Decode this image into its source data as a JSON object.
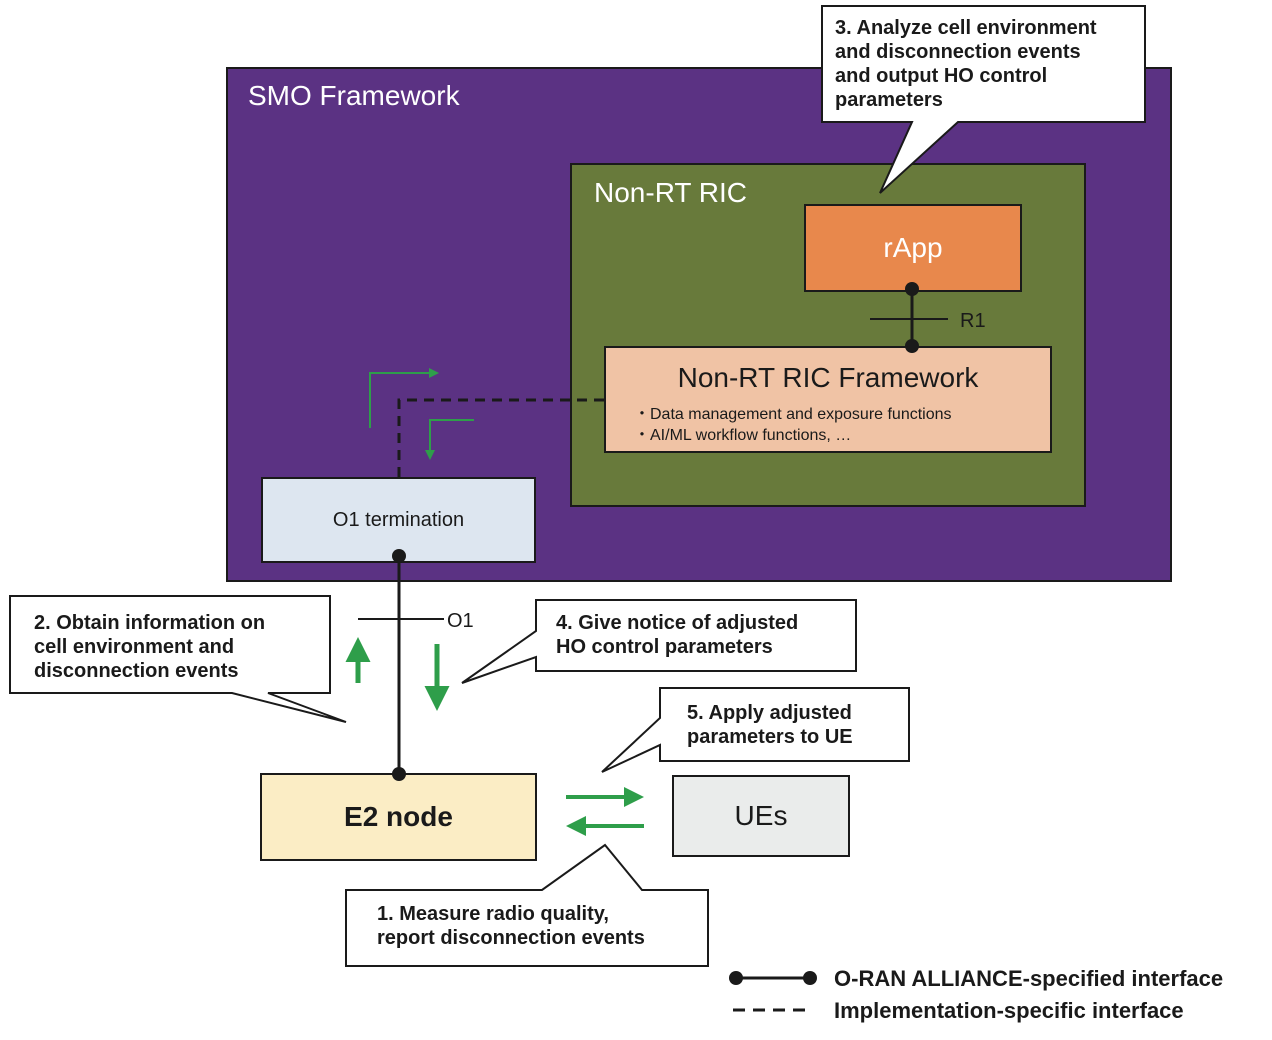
{
  "smo": {
    "title": "SMO Framework"
  },
  "non_rt_ric": {
    "title": "Non-RT RIC",
    "rapp": "rApp",
    "framework": {
      "title": "Non-RT RIC Framework",
      "items": [
        "・Data management and exposure functions",
        "・AI/ML workflow functions, …"
      ]
    }
  },
  "o1_termination": "O1 termination",
  "e2_node": "E2 node",
  "ues": "UEs",
  "interfaces": {
    "r1": "R1",
    "o1": "O1"
  },
  "callouts": {
    "step1": [
      "1. Measure radio quality,",
      "report disconnection events"
    ],
    "step2": [
      "2. Obtain information on",
      "cell environment and",
      "disconnection events"
    ],
    "step3": [
      "3. Analyze cell environment",
      "and disconnection events",
      "and output HO control",
      "parameters"
    ],
    "step4": [
      "4. Give notice of adjusted",
      "HO control parameters"
    ],
    "step5": [
      "5. Apply adjusted",
      "parameters to UE"
    ]
  },
  "legend": {
    "specified": "O-RAN ALLIANCE-specified interface",
    "implementation": "Implementation-specific interface"
  },
  "colors": {
    "smo": "#5b3283",
    "ric": "#687a3b",
    "rapp": "#e8884c",
    "framework": "#f0c3a5",
    "o1_termination": "#dde6f0",
    "e2_node": "#fbedc5",
    "ues": "#eaeceb",
    "arrow": "#2e9e4a"
  }
}
